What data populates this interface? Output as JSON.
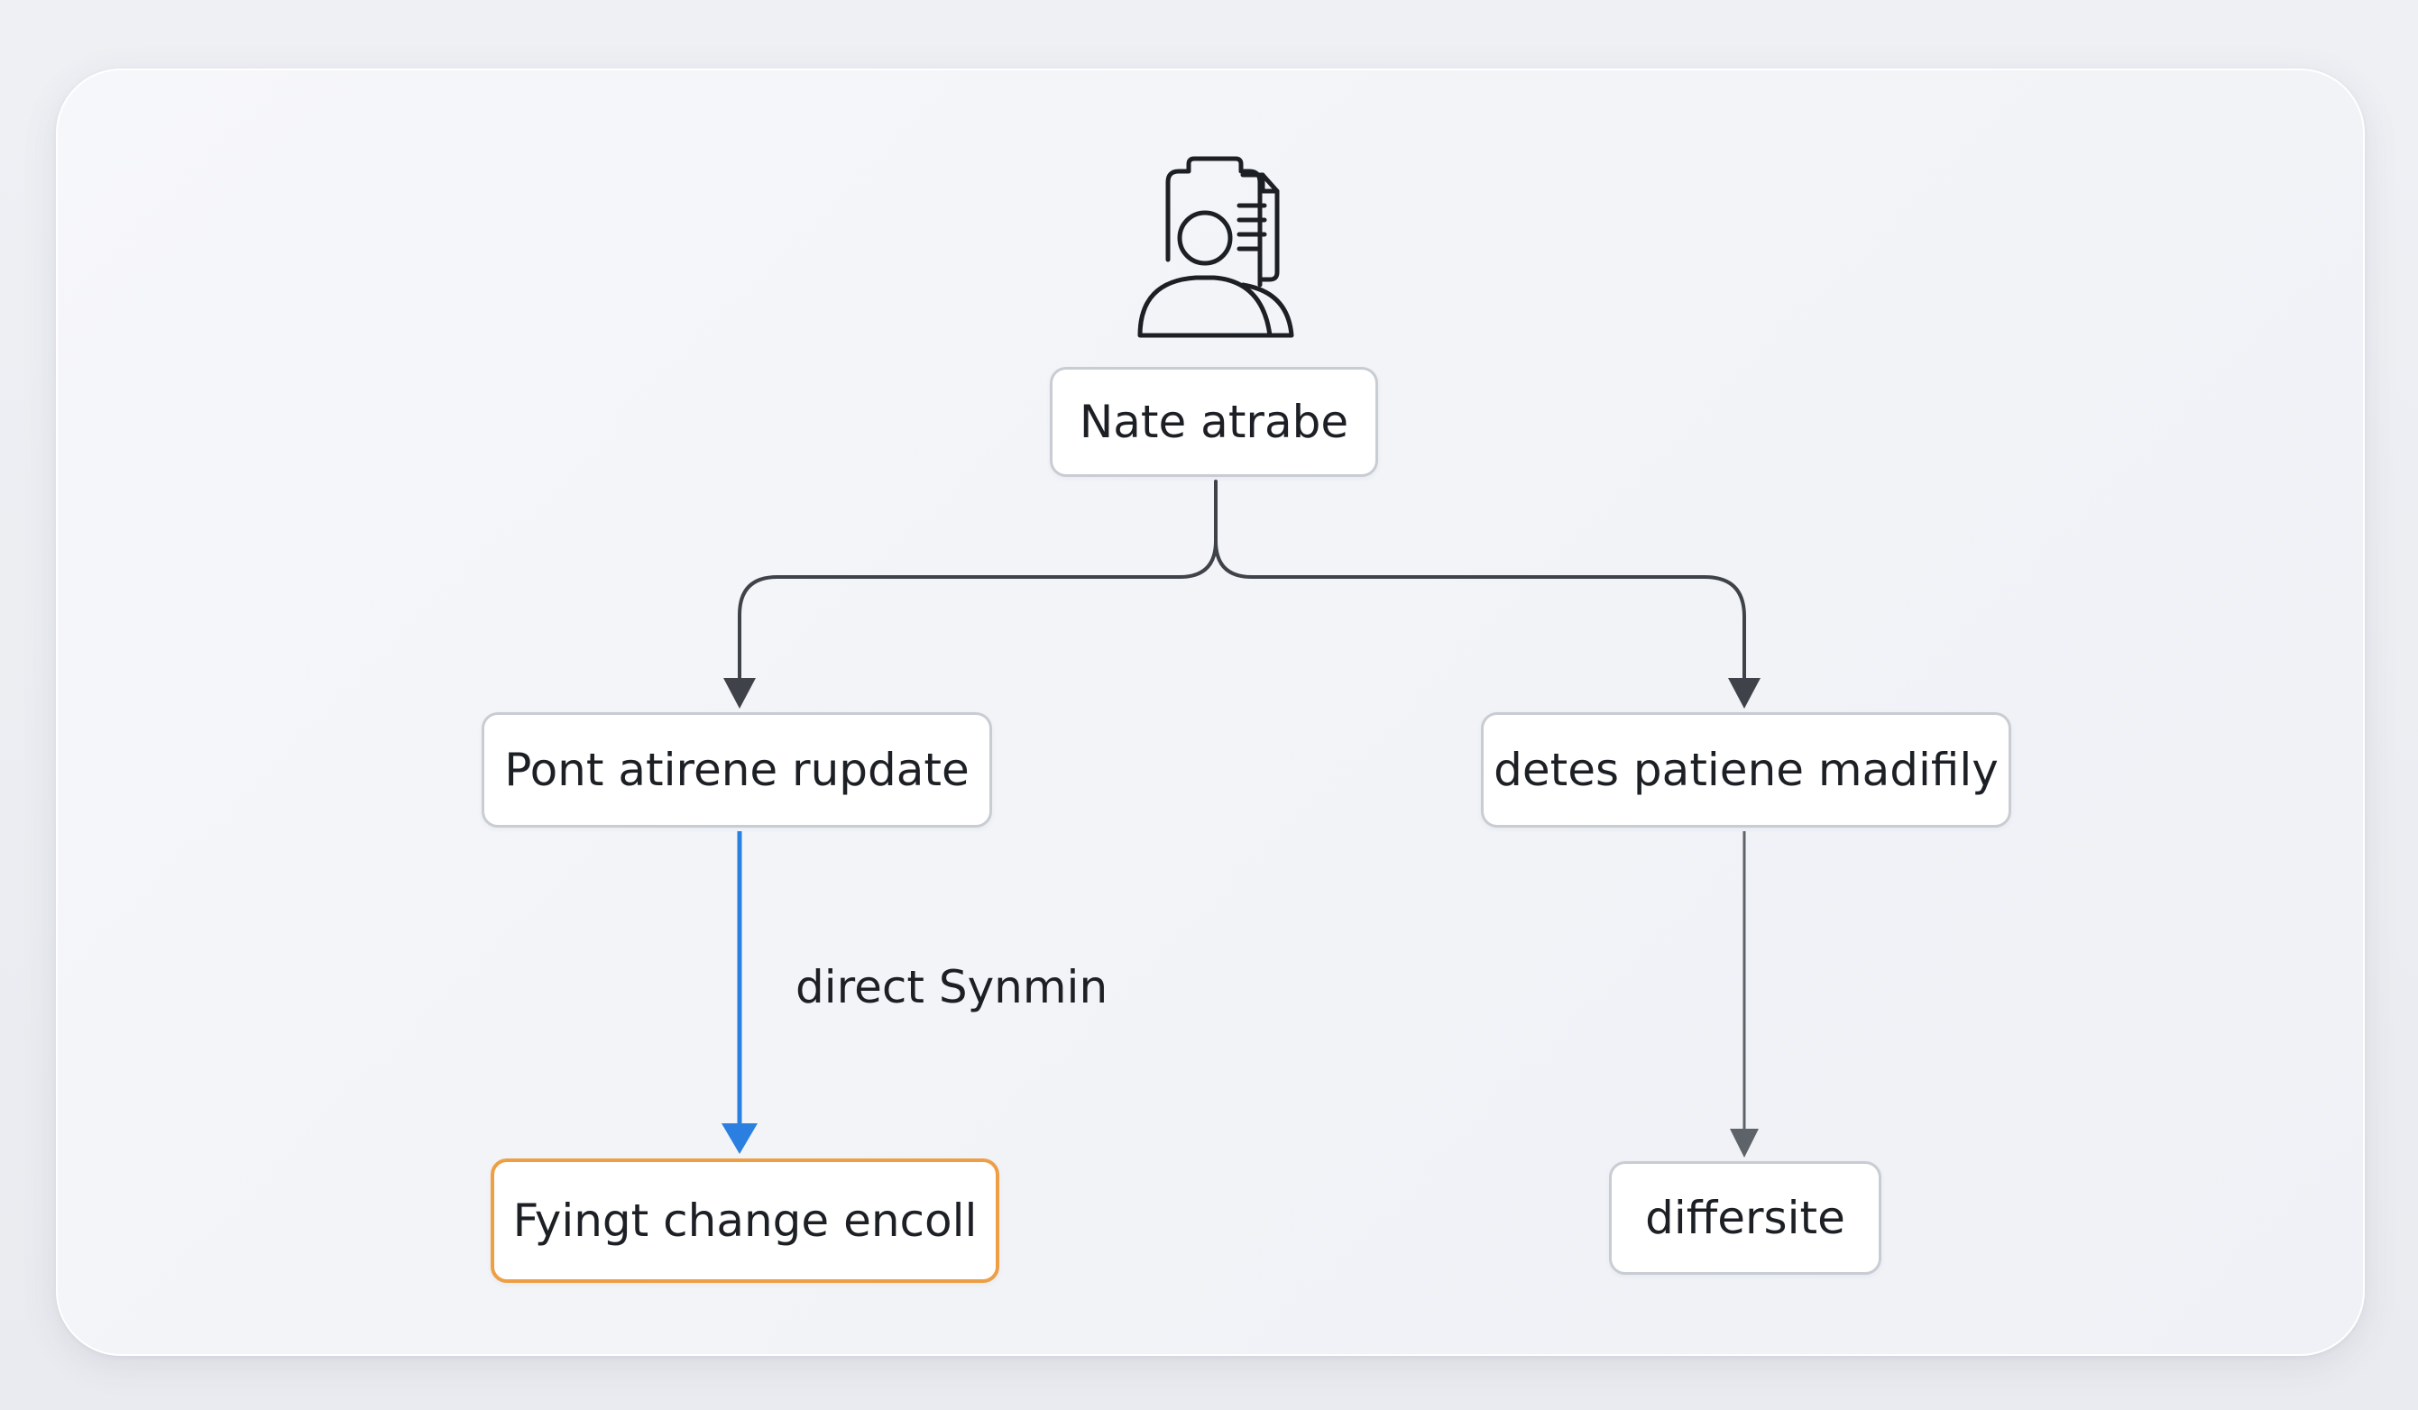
{
  "diagram": {
    "root": {
      "label": "Nate atrabe",
      "icon": "user-document-icon"
    },
    "left_branch": {
      "label": "Pont atirene rupdate"
    },
    "right_branch": {
      "label": "detes patiene madifily"
    },
    "left_leaf": {
      "label": "Fyingt change encoll"
    },
    "right_leaf": {
      "label": "differsite"
    },
    "edge_label": "direct Synmin"
  },
  "colors": {
    "connector": "#3f4349",
    "accent_edge": "#2a7fe0",
    "highlight_border": "#ee9f45",
    "gray_edge": "#5e6369"
  }
}
